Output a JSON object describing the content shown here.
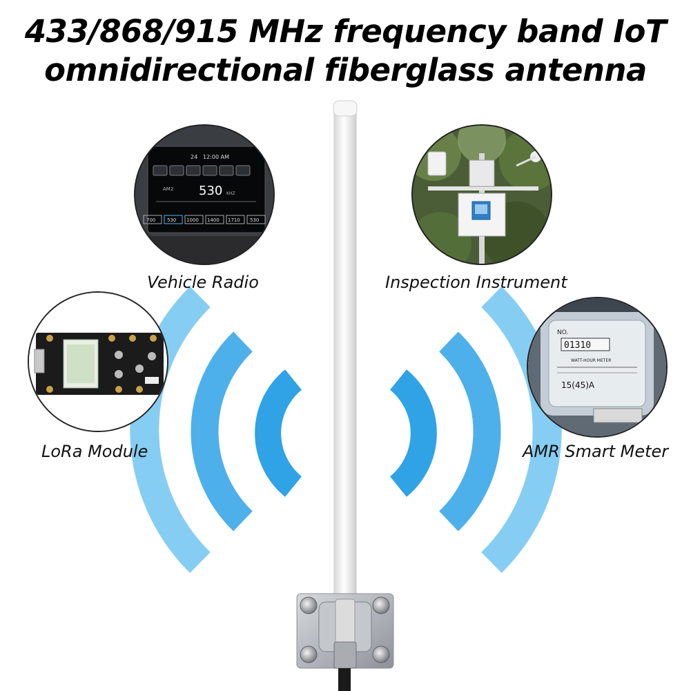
{
  "title": {
    "line1": "433/868/915 MHz frequency band IoT",
    "line2": "omnidirectional fiberglass antenna"
  },
  "applications": [
    {
      "label": "Vehicle Radio",
      "icon": "car-radio-screen"
    },
    {
      "label": "Inspection Instrument",
      "icon": "weather-station"
    },
    {
      "label": "LoRa Module",
      "icon": "circuit-board"
    },
    {
      "label": "AMR Smart Meter",
      "icon": "electric-meter"
    }
  ],
  "radio_screen": {
    "time": "12:00 AM",
    "volume": "24",
    "band": "AM2",
    "frequency": "530",
    "unit": "KHZ",
    "presets": [
      "700",
      "530",
      "1000",
      "1400",
      "1710",
      "530"
    ]
  },
  "meter_face": {
    "brand": "NO.",
    "reading": "01310",
    "type": "WATT-HOUR METER",
    "rating": "15(45)A"
  },
  "colors": {
    "wave_inner": "#2fa3e6",
    "wave_middle": "#4db0ea",
    "wave_outer": "#86cdf3",
    "antenna": "#f4f4f4",
    "bracket": "#b8bcc2"
  }
}
